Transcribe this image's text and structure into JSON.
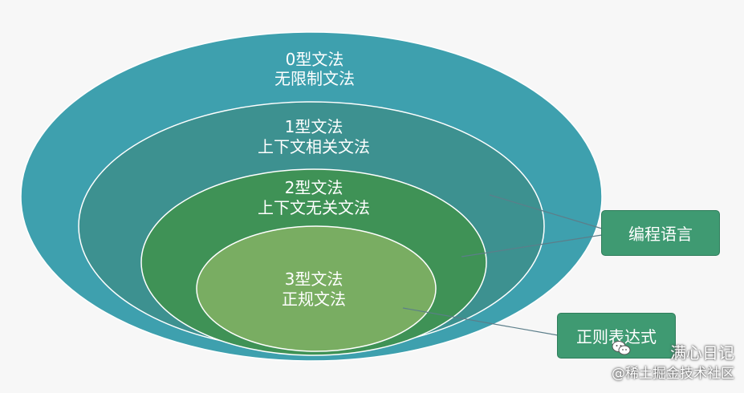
{
  "rings": [
    {
      "id": "type0",
      "line1": "0型文法",
      "line2": "无限制文法",
      "color": "#3ea0ae"
    },
    {
      "id": "type1",
      "line1": "1型文法",
      "line2": "上下文相关文法",
      "color": "#3d9190"
    },
    {
      "id": "type2",
      "line1": "2型文法",
      "line2": "上下文无关文法",
      "color": "#3f9256"
    },
    {
      "id": "type3",
      "line1": "3型文法",
      "line2": "正规文法",
      "color": "#79ad62"
    }
  ],
  "callouts": [
    {
      "id": "programming-language",
      "label": "编程语言"
    },
    {
      "id": "regular-expression",
      "label": "正则表达式"
    }
  ],
  "watermark": {
    "line1": "满心日记",
    "line2": "@稀土掘金技术社区",
    "icon": "wechat-icon"
  },
  "colors": {
    "callout_fill": "#3f9a72",
    "ring_border": "#ffffff",
    "connector": "#5c7e8a"
  }
}
